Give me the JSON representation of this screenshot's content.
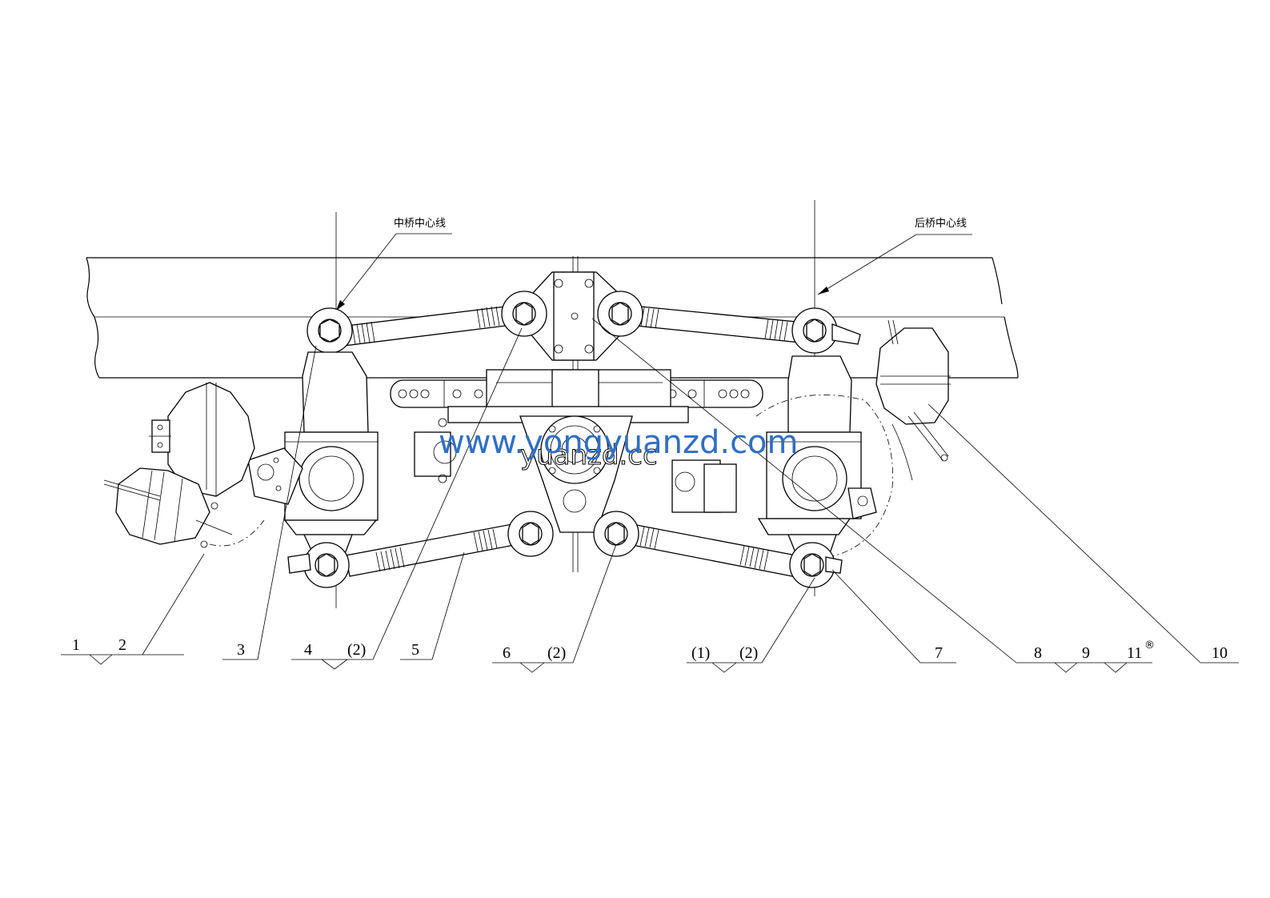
{
  "annotations": {
    "middle_axle_centerline": "中桥中心线",
    "rear_axle_centerline": "后桥中心线"
  },
  "callouts": {
    "c1": "1",
    "c2": "2",
    "c3": "3",
    "c4": "4",
    "c4b": "(2)",
    "c5": "5",
    "c6": "6",
    "c6b": "(2)",
    "c7a": "(1)",
    "c7b": "(2)",
    "c7": "7",
    "c8": "8",
    "c9": "9",
    "c11": "11",
    "c11sup": "®",
    "c10": "10"
  },
  "watermark": {
    "primary": "www.yongyuanzd.com",
    "secondary": "yuanzd.cc"
  },
  "colors": {
    "line": "#000000",
    "watermark": "#2f6fc4",
    "background": "#ffffff"
  }
}
